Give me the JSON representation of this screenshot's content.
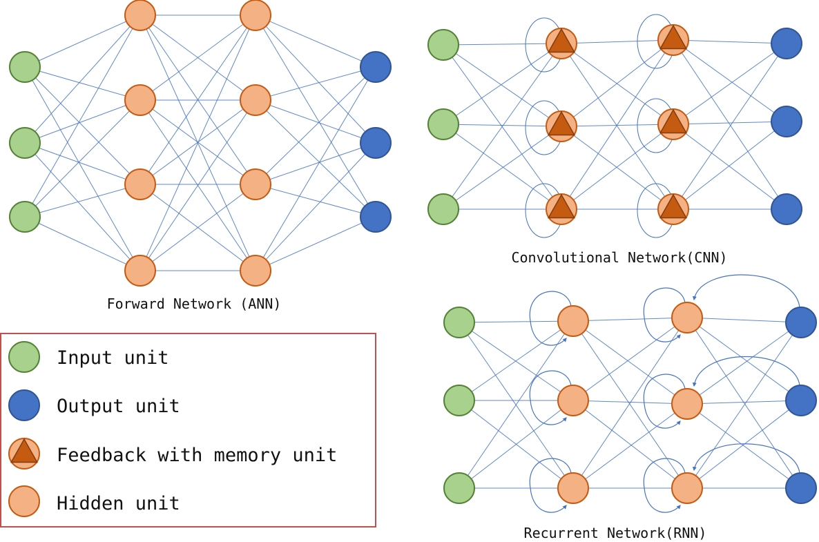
{
  "colors": {
    "input_fill": "#a9d18e",
    "input_stroke": "#548235",
    "output_fill": "#4472c4",
    "output_stroke": "#2f5597",
    "hidden_fill": "#f4b183",
    "hidden_stroke": "#c55a11",
    "memory_triangle_fill": "#c55a11",
    "memory_triangle_stroke": "#843c0c",
    "edge": "#4472c4",
    "legend_border": "#c0504d"
  },
  "networks": {
    "ann": {
      "caption": "Forward Network (ANN)",
      "layers": [
        {
          "type": "input",
          "count": 3
        },
        {
          "type": "hidden",
          "count": 4
        },
        {
          "type": "hidden",
          "count": 4
        },
        {
          "type": "output",
          "count": 3
        }
      ],
      "connectivity": "fully-connected",
      "self_loops": false,
      "output_feedback": false
    },
    "cnn": {
      "caption": "Convolutional Network(CNN)",
      "layers": [
        {
          "type": "input",
          "count": 3
        },
        {
          "type": "memory",
          "count": 3
        },
        {
          "type": "memory",
          "count": 3
        },
        {
          "type": "output",
          "count": 3
        }
      ],
      "connectivity": "fully-connected",
      "self_loops": true,
      "output_feedback": false
    },
    "rnn": {
      "caption": "Recurrent Network(RNN)",
      "layers": [
        {
          "type": "input",
          "count": 3
        },
        {
          "type": "hidden",
          "count": 3
        },
        {
          "type": "hidden",
          "count": 3
        },
        {
          "type": "output",
          "count": 3
        }
      ],
      "connectivity": "fully-connected",
      "self_loops": true,
      "output_feedback": true
    }
  },
  "legend": {
    "items": [
      {
        "type": "input",
        "label": "Input unit"
      },
      {
        "type": "output",
        "label": "Output unit"
      },
      {
        "type": "memory",
        "label": "Feedback with memory unit"
      },
      {
        "type": "hidden",
        "label": "Hidden unit"
      }
    ]
  }
}
